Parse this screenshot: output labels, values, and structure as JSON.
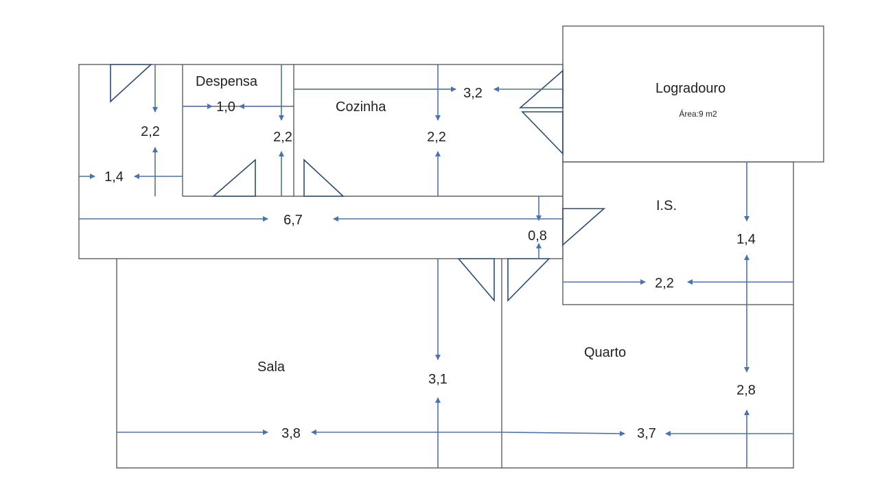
{
  "rooms": {
    "despensa": "Despensa",
    "cozinha": "Cozinha",
    "logradouro": "Logradouro",
    "logradouro_area": "Área:9 m2",
    "is": "I.S.",
    "sala": "Sala",
    "quarto": "Quarto"
  },
  "dimensions": {
    "entry_height": "2,2",
    "entry_width": "1,4",
    "despensa_width": "1,0",
    "despensa_height": "2,2",
    "cozinha_height": "2,2",
    "cozinha_width": "3,2",
    "corridor_length": "6,7",
    "corridor_width": "0,8",
    "is_height": "1,4",
    "is_width": "2,2",
    "sala_height": "3,1",
    "sala_width": "3,8",
    "quarto_width": "3,7",
    "quarto_height": "2,8"
  },
  "colors": {
    "arrow": "#4a72ad",
    "wall": "#444444",
    "door": "#2c4a6e"
  }
}
